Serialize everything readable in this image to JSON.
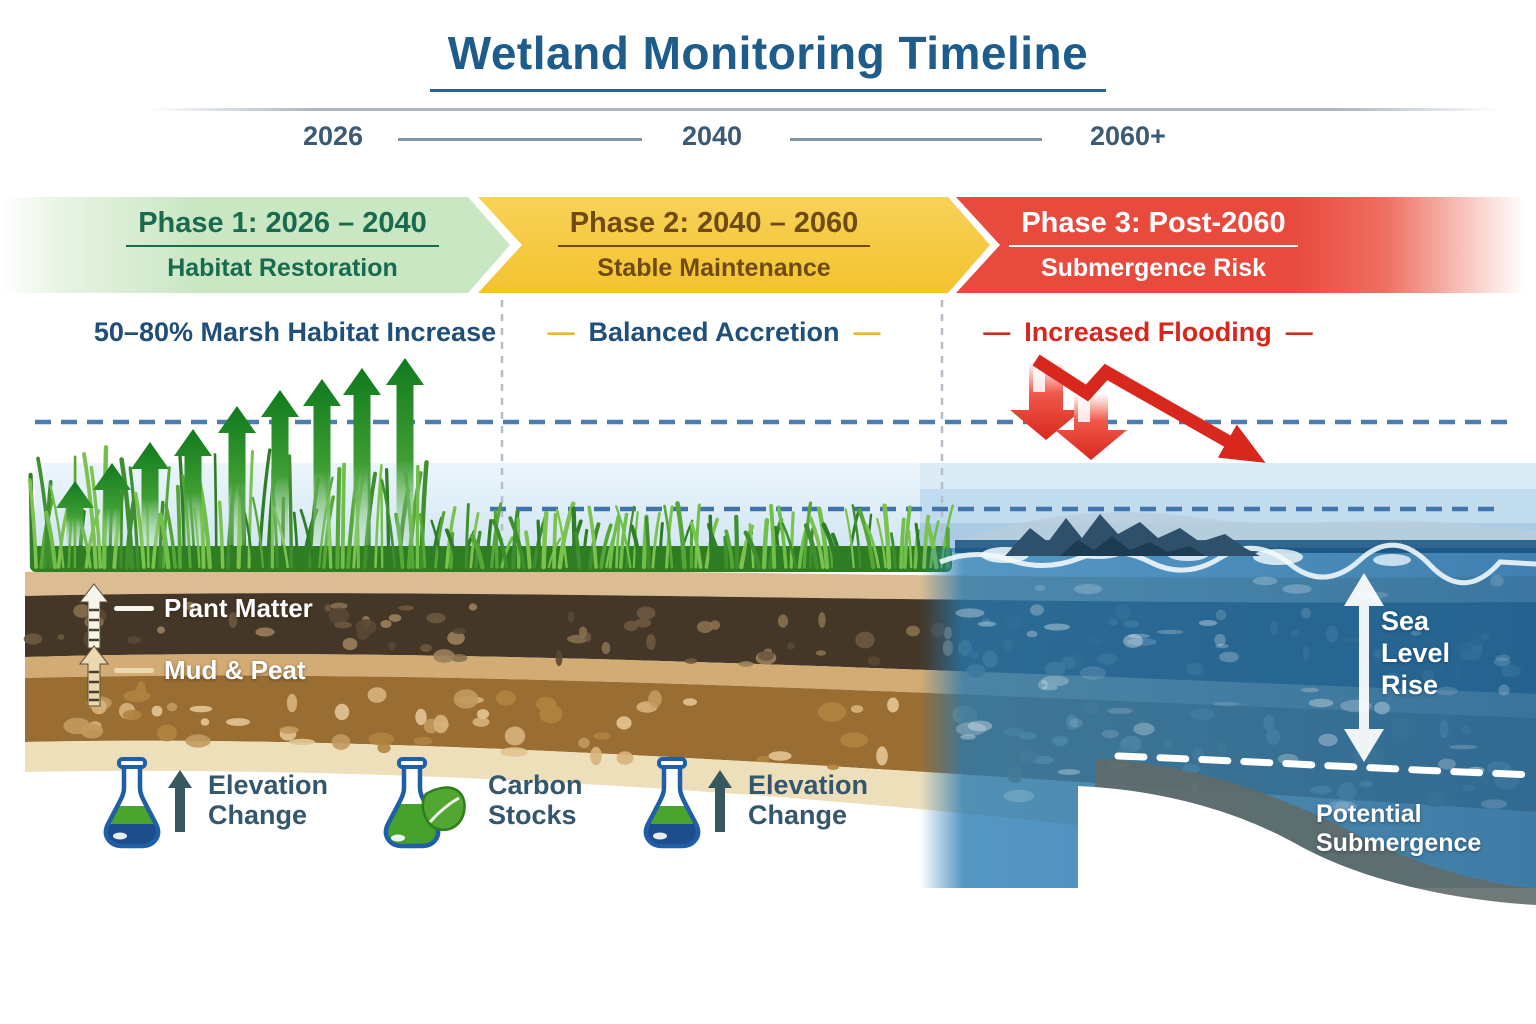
{
  "title": "Wetland Monitoring Timeline",
  "timeline": {
    "year_start": "2026",
    "year_mid": "2040",
    "year_end": "2060+"
  },
  "phases": {
    "p1": {
      "title": "Phase 1: 2026 – 2040",
      "subtitle": "Habitat Restoration",
      "annotation": "50–80% Marsh Habitat Increase",
      "color": "#c9e7c3"
    },
    "p2": {
      "title": "Phase 2: 2040 – 2060",
      "subtitle": "Stable Maintenance",
      "annotation": "Balanced Accretion",
      "color": "#f3c32f"
    },
    "p3": {
      "title": "Phase 3: Post-2060",
      "subtitle": "Submergence Risk",
      "annotation": "Increased Flooding",
      "color": "#e84a3e"
    }
  },
  "diagram": {
    "dash": "—",
    "layer_labels": {
      "plant_matter": "Plant Matter",
      "mud_peat": "Mud & Peat"
    },
    "sea_level_rise": "Sea Level Rise",
    "potential_submergence": "Potential Submergence"
  },
  "legend": {
    "items": [
      {
        "icon": "flask-up-arrow-icon",
        "label": "Elevation Change"
      },
      {
        "icon": "flask-leaf-icon",
        "label": "Carbon Stocks"
      },
      {
        "icon": "flask-up-arrow-icon",
        "label": "Elevation Change"
      }
    ]
  },
  "colors": {
    "title_blue": "#1d5c8b",
    "annotation_blue": "#204f79",
    "flood_red": "#d6271e",
    "dash_yellow": "#efb71e",
    "growth_green": "#2e8b2e",
    "ocean_blue": "#2f86bf"
  }
}
